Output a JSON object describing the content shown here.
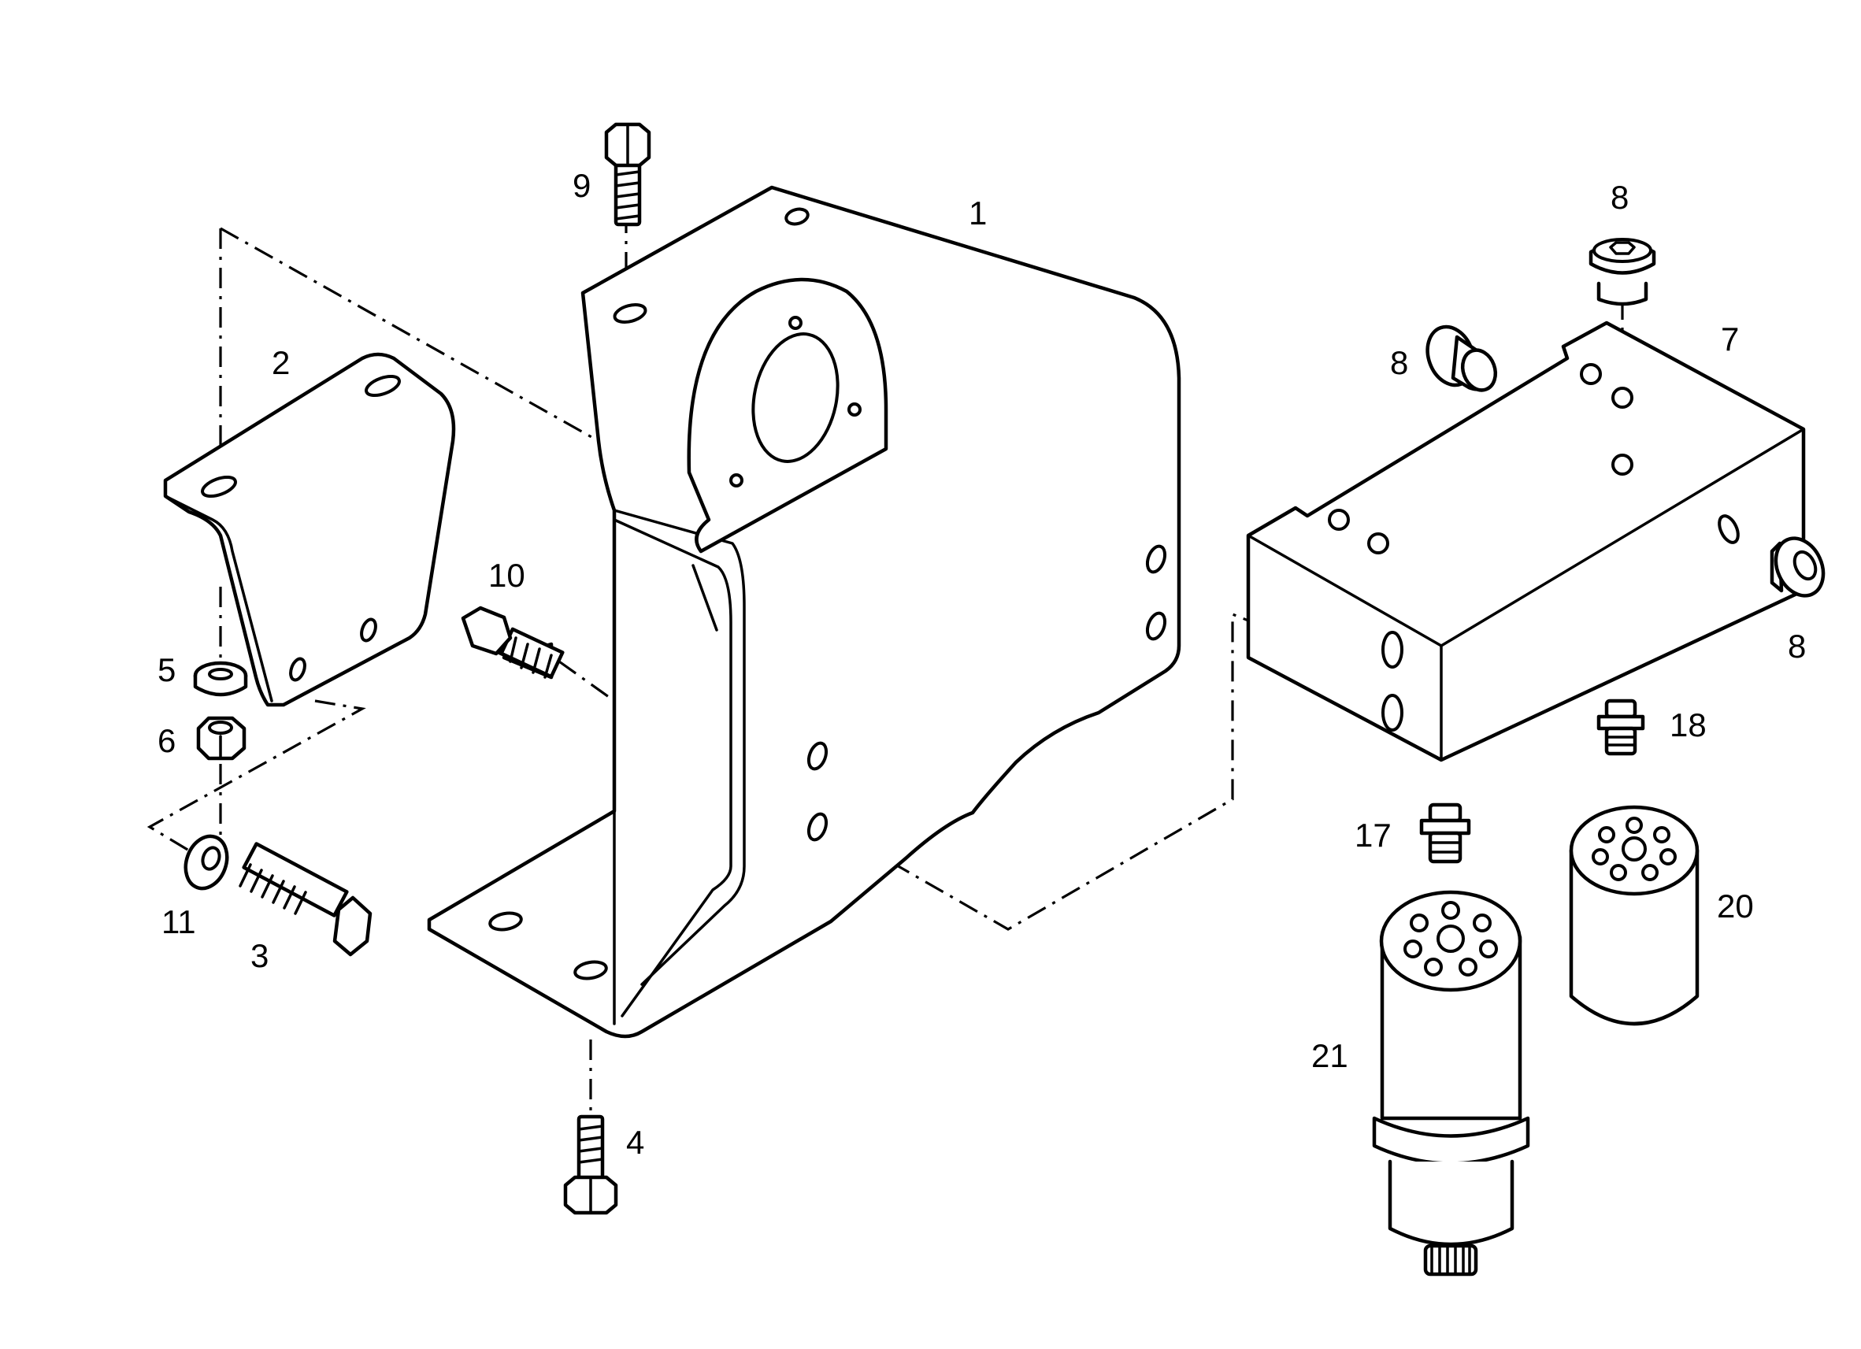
{
  "diagram": {
    "callouts": [
      {
        "id": "c1",
        "label": "1"
      },
      {
        "id": "c2",
        "label": "2"
      },
      {
        "id": "c3",
        "label": "3"
      },
      {
        "id": "c4",
        "label": "4"
      },
      {
        "id": "c5",
        "label": "5"
      },
      {
        "id": "c6",
        "label": "6"
      },
      {
        "id": "c7",
        "label": "7"
      },
      {
        "id": "c8a",
        "label": "8"
      },
      {
        "id": "c8b",
        "label": "8"
      },
      {
        "id": "c8c",
        "label": "8"
      },
      {
        "id": "c9",
        "label": "9"
      },
      {
        "id": "c10",
        "label": "10"
      },
      {
        "id": "c11",
        "label": "11"
      },
      {
        "id": "c17",
        "label": "17"
      },
      {
        "id": "c18",
        "label": "18"
      },
      {
        "id": "c20",
        "label": "20"
      },
      {
        "id": "c21",
        "label": "21"
      }
    ]
  }
}
